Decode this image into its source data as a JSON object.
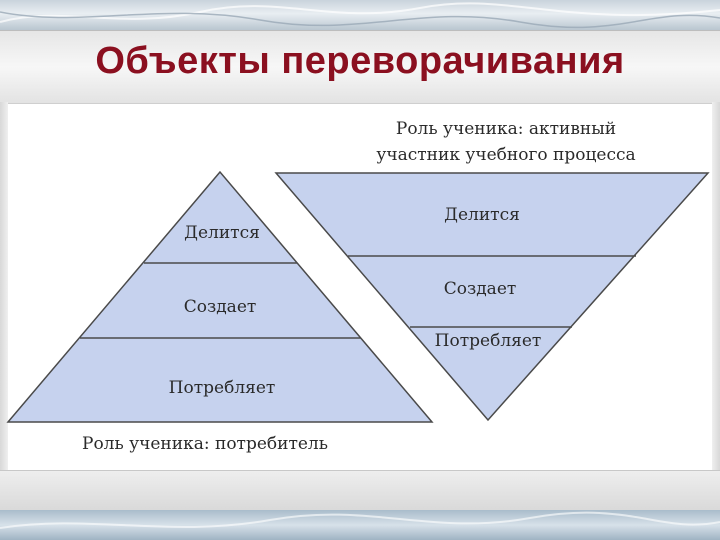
{
  "slide": {
    "title": "Объекты переворачивания"
  },
  "left_pyramid": {
    "caption": "Роль ученика: потребитель",
    "levels": [
      "Делится",
      "Создает",
      "Потребляет"
    ]
  },
  "right_pyramid": {
    "caption_line1": "Роль ученика: активный",
    "caption_line2": "участник учебного процесса",
    "levels": [
      "Делится",
      "Создает",
      "Потребляет"
    ]
  },
  "colors": {
    "pyramid_fill": "#c6d2ee",
    "pyramid_stroke": "#4a4a4a",
    "title": "#8b1020"
  }
}
